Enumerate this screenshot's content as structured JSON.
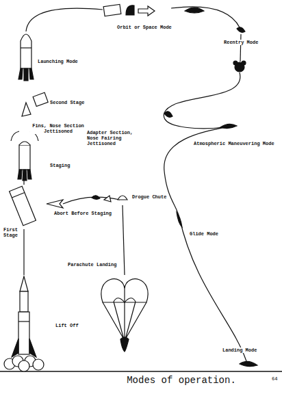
{
  "diagram": {
    "caption": "Modes of operation.",
    "labels": [
      "Orbit or Space Mode",
      "Reentry Mode",
      "Launching Mode",
      "Second Stage",
      "Fins, Nose Section Jettisoned",
      "Staging",
      "Adapter Section, Nose Fairing Jettisoned",
      "Atmospheric Maneuvering Mode",
      "First Stage",
      "Abort Before Staging",
      "Drogue Chute",
      "Glide Mode",
      "Parachute Landing",
      "Lift Off",
      "Landing Mode",
      "64"
    ]
  }
}
